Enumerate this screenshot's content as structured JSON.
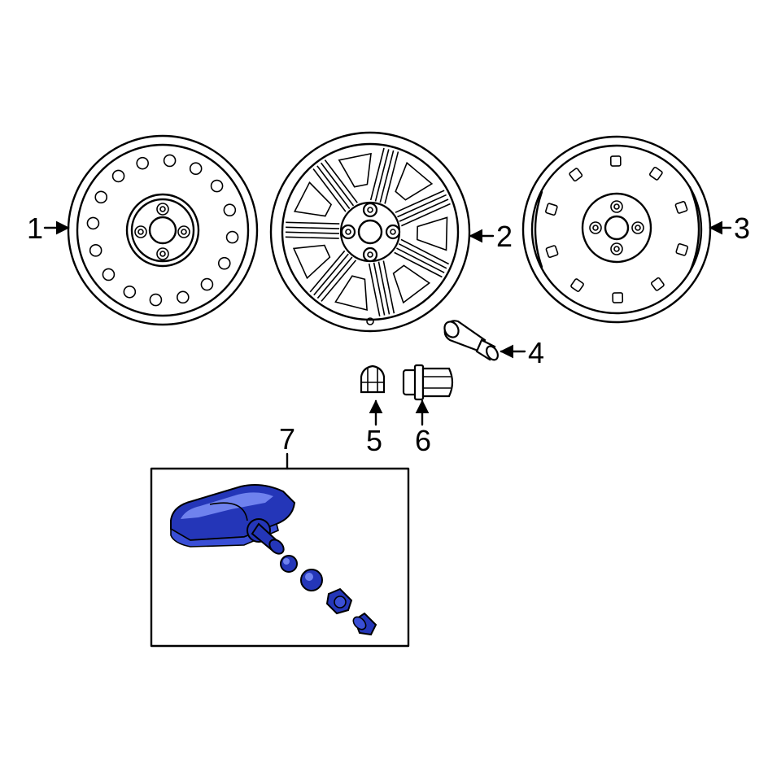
{
  "colors": {
    "line": "#000000",
    "background": "#ffffff",
    "highlight_part": "#2436b8"
  },
  "callouts": [
    {
      "number": "1",
      "part": "steel-wheel-round-holes"
    },
    {
      "number": "2",
      "part": "alloy-wheel"
    },
    {
      "number": "3",
      "part": "steel-wheel-square-holes"
    },
    {
      "number": "4",
      "part": "valve-stem"
    },
    {
      "number": "5",
      "part": "lug-nut-cap"
    },
    {
      "number": "6",
      "part": "lug-nut"
    },
    {
      "number": "7",
      "part": "tpms-sensor"
    }
  ]
}
